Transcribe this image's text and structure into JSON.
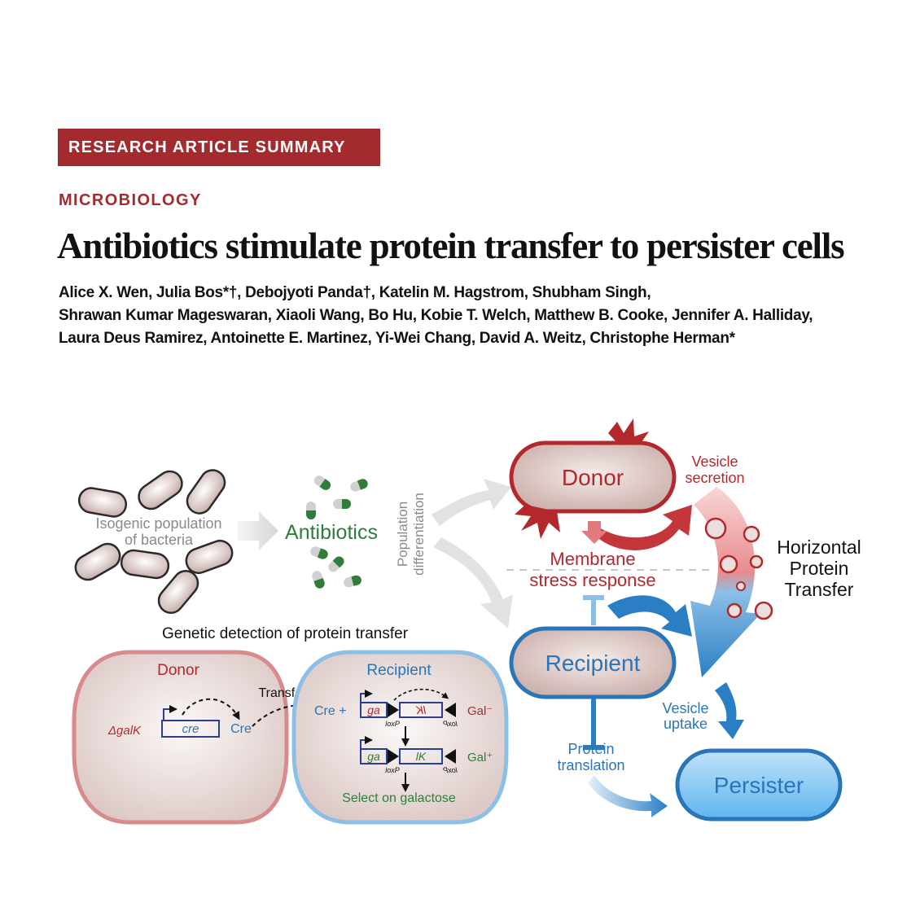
{
  "header": {
    "banner": "RESEARCH ARTICLE SUMMARY",
    "section": "MICROBIOLOGY",
    "title": "Antibiotics stimulate protein transfer to persister cells",
    "authors": [
      "Alice X. Wen, Julia Bos*†, Debojyoti Panda†, Katelin M. Hagstrom, Shubham Singh,",
      "Shrawan Kumar Mageswaran, Xiaoli Wang, Bo Hu, Kobie T. Welch, Matthew B. Cooke, Jennifer A. Halliday,",
      "Laura Deus Ramirez, Antoinette E. Martinez, Yi-Wei Chang, David A. Weitz, Christophe Herman*"
    ]
  },
  "figure": {
    "population": [
      "Isogenic population",
      "of bacteria"
    ],
    "antibiotics": "Antibiotics",
    "differentiation": [
      "Population",
      "differentiation"
    ],
    "donor": "Donor",
    "recipient": "Recipient",
    "persister": "Persister",
    "vesicle_secretion": [
      "Vesicle",
      "secretion"
    ],
    "membrane_stress": [
      "Membrane",
      "stress response"
    ],
    "horizontal": [
      "Horizontal",
      "Protein",
      "Transfer"
    ],
    "vesicle_uptake": [
      "Vesicle",
      "uptake"
    ],
    "protein_translation": [
      "Protein",
      "translation"
    ],
    "genetic_title": "Genetic detection of protein transfer",
    "inset": {
      "donor_title": "Donor",
      "recipient_title": "Recipient",
      "delta_galk": "ΔgalK",
      "cre_gene": "cre",
      "cre_protein": "Cre",
      "transfer": "Transfer",
      "cre_plus": "Cre  +",
      "ga": "ga",
      "lk_flipped": "lK",
      "lk": "lK",
      "loxp": "loxP",
      "gal_minus": "Gal⁻",
      "gal_plus": "Gal⁺",
      "select": "Select on galactose"
    },
    "colors": {
      "red": "#b3282d",
      "blue": "#2a74b8",
      "green": "#2f7d3a",
      "gray": "#8a8a8a"
    }
  }
}
